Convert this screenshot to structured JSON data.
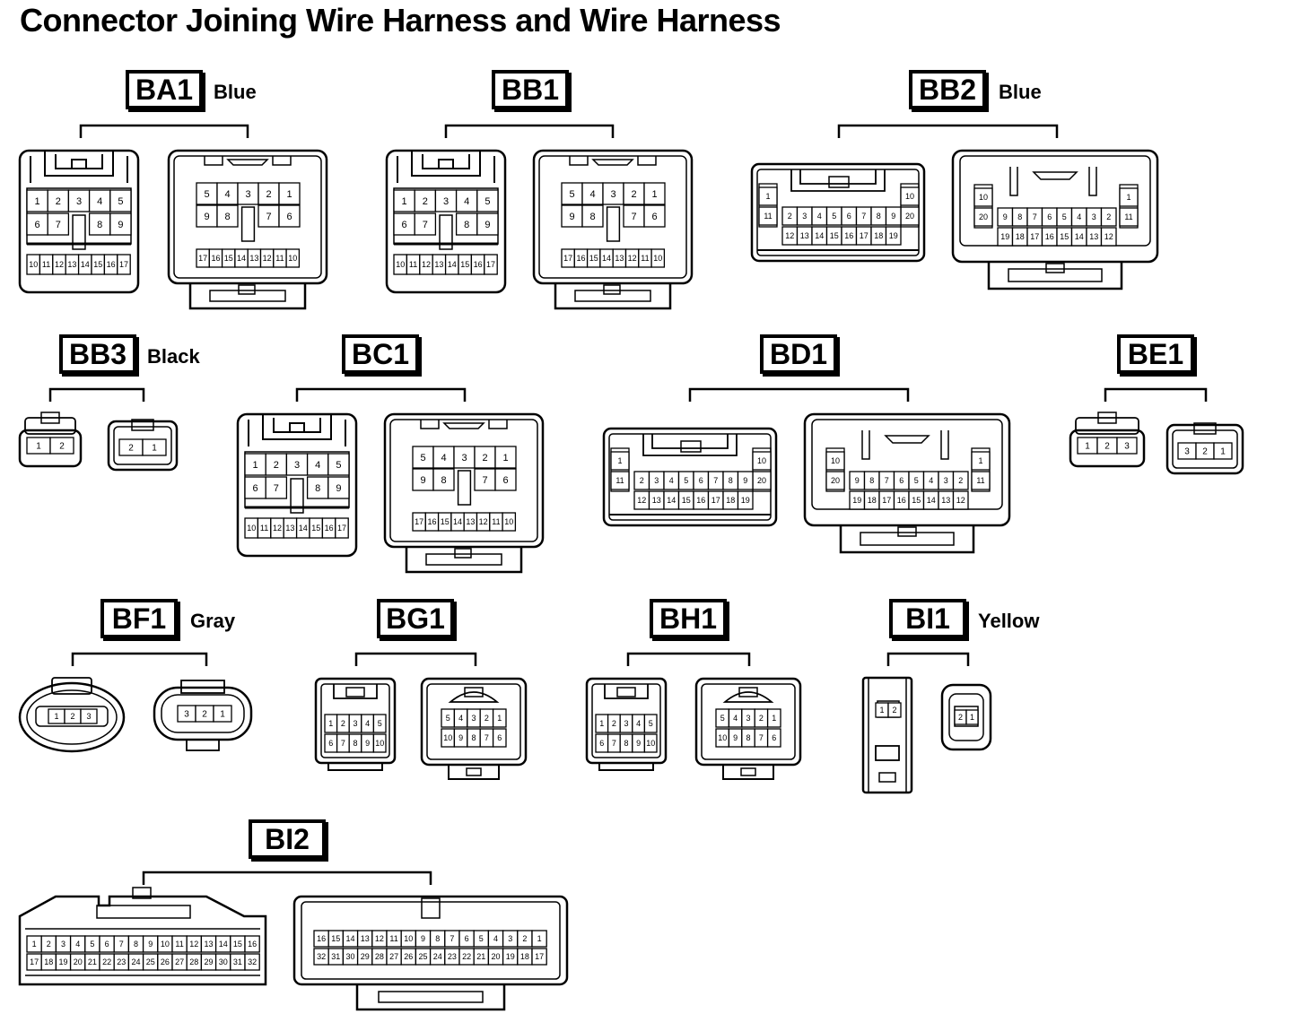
{
  "title": "Connector Joining Wire Harness and Wire Harness",
  "connectors": [
    {
      "id": "BA1",
      "color": "Blue"
    },
    {
      "id": "BB1",
      "color": ""
    },
    {
      "id": "BB2",
      "color": "Blue"
    },
    {
      "id": "BB3",
      "color": "Black"
    },
    {
      "id": "BC1",
      "color": ""
    },
    {
      "id": "BD1",
      "color": ""
    },
    {
      "id": "BE1",
      "color": ""
    },
    {
      "id": "BF1",
      "color": "Gray"
    },
    {
      "id": "BG1",
      "color": ""
    },
    {
      "id": "BH1",
      "color": ""
    },
    {
      "id": "BI1",
      "color": "Yellow"
    },
    {
      "id": "BI2",
      "color": ""
    }
  ],
  "pins": {
    "b17_female": [
      [
        "1",
        "2",
        "3",
        "4",
        "5"
      ],
      [
        "6",
        "7",
        "",
        "8",
        "9"
      ],
      [
        "10",
        "11",
        "12",
        "13",
        "14",
        "15",
        "16",
        "17"
      ]
    ],
    "b17_male": [
      [
        "5",
        "4",
        "3",
        "2",
        "1"
      ],
      [
        "9",
        "8",
        "",
        "7",
        "6"
      ],
      [
        "17",
        "16",
        "15",
        "14",
        "13",
        "12",
        "11",
        "10"
      ]
    ],
    "b20_female_side_l": [
      [
        "1"
      ],
      [
        "11"
      ]
    ],
    "b20_female_mid": [
      [
        "2",
        "3",
        "4",
        "5",
        "6",
        "7",
        "8",
        "9"
      ],
      [
        "12",
        "13",
        "14",
        "15",
        "16",
        "17",
        "18",
        "19"
      ]
    ],
    "b20_female_side_r": [
      [
        "10"
      ],
      [
        "20"
      ]
    ],
    "b20_male_side_l": [
      [
        "10"
      ],
      [
        "20"
      ]
    ],
    "b20_male_mid": [
      [
        "9",
        "8",
        "7",
        "6",
        "5",
        "4",
        "3",
        "2"
      ],
      [
        "19",
        "18",
        "17",
        "16",
        "15",
        "14",
        "13",
        "12"
      ]
    ],
    "b20_male_side_r": [
      [
        "1"
      ],
      [
        "11"
      ]
    ],
    "bb3_female": [
      "1",
      "2"
    ],
    "bb3_male": [
      "2",
      "1"
    ],
    "be1_female": [
      "1",
      "2",
      "3"
    ],
    "be1_male": [
      "3",
      "2",
      "1"
    ],
    "bf1_female": [
      "1",
      "2",
      "3"
    ],
    "bf1_male": [
      "3",
      "2",
      "1"
    ],
    "b10_female": [
      [
        "1",
        "2",
        "3",
        "4",
        "5"
      ],
      [
        "6",
        "7",
        "8",
        "9",
        "10"
      ]
    ],
    "b10_male": [
      [
        "5",
        "4",
        "3",
        "2",
        "1"
      ],
      [
        "10",
        "9",
        "8",
        "7",
        "6"
      ]
    ],
    "bi1_female": [
      "1",
      "2"
    ],
    "bi1_male": [
      "2",
      "1"
    ],
    "bi2_female": [
      [
        "1",
        "2",
        "3",
        "4",
        "5",
        "6",
        "7",
        "8",
        "9",
        "10",
        "11",
        "12",
        "13",
        "14",
        "15",
        "16"
      ],
      [
        "17",
        "18",
        "19",
        "20",
        "21",
        "22",
        "23",
        "24",
        "25",
        "26",
        "27",
        "28",
        "29",
        "30",
        "31",
        "32"
      ]
    ],
    "bi2_male": [
      [
        "16",
        "15",
        "14",
        "13",
        "12",
        "11",
        "10",
        "9",
        "8",
        "7",
        "6",
        "5",
        "4",
        "3",
        "2",
        "1"
      ],
      [
        "32",
        "31",
        "30",
        "29",
        "28",
        "27",
        "26",
        "25",
        "24",
        "23",
        "22",
        "21",
        "20",
        "19",
        "18",
        "17"
      ]
    ]
  }
}
